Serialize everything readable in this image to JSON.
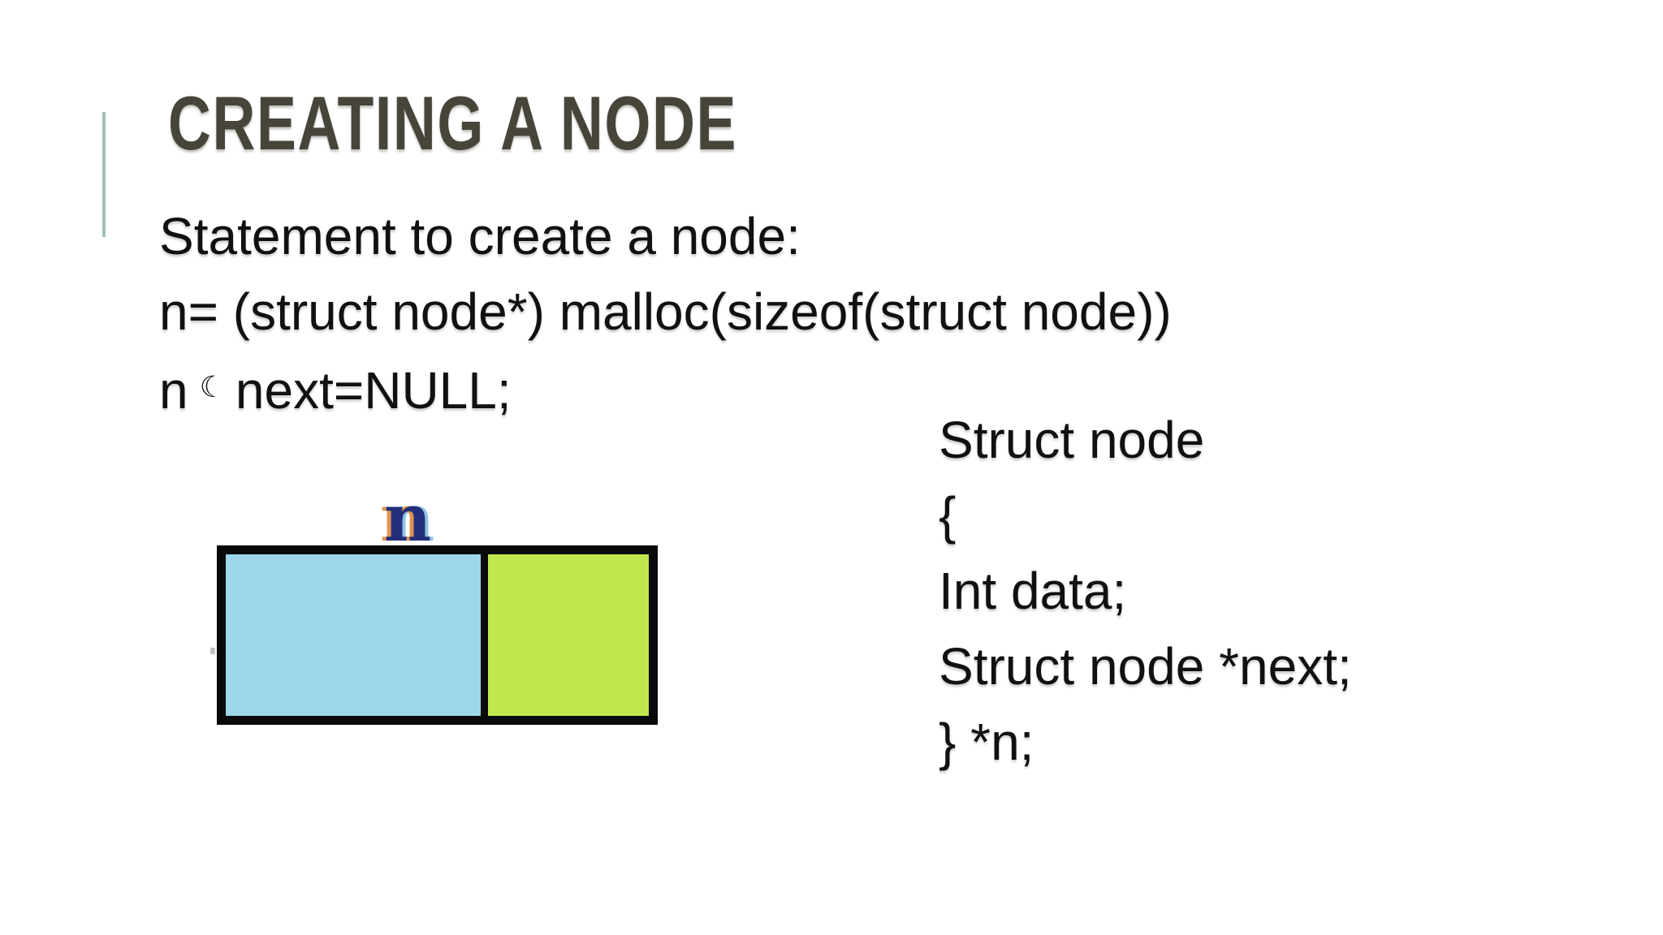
{
  "slide": {
    "title": "CREATING A NODE",
    "title_color": "#47453a",
    "accent_line_color": "#a2bfb6",
    "body": {
      "line1": "Statement to create a node:",
      "line2": "n= (struct node*) malloc(sizeof(struct node))",
      "line3_prefix": "n",
      "line3_glyph": "☾",
      "line3_suffix": "next=NULL;"
    },
    "diagram": {
      "label": "n",
      "label_color": "#232e7a",
      "label_highlight_color": "#de9550",
      "border_color": "#0a0a0a",
      "cells": [
        {
          "name": "data-field",
          "color": "#9cd8ea"
        },
        {
          "name": "next-field",
          "color": "#bfe84f"
        }
      ]
    },
    "code": {
      "lines": [
        "Struct node",
        "{",
        "Int data;",
        "Struct node *next;",
        "} *n;"
      ]
    }
  }
}
